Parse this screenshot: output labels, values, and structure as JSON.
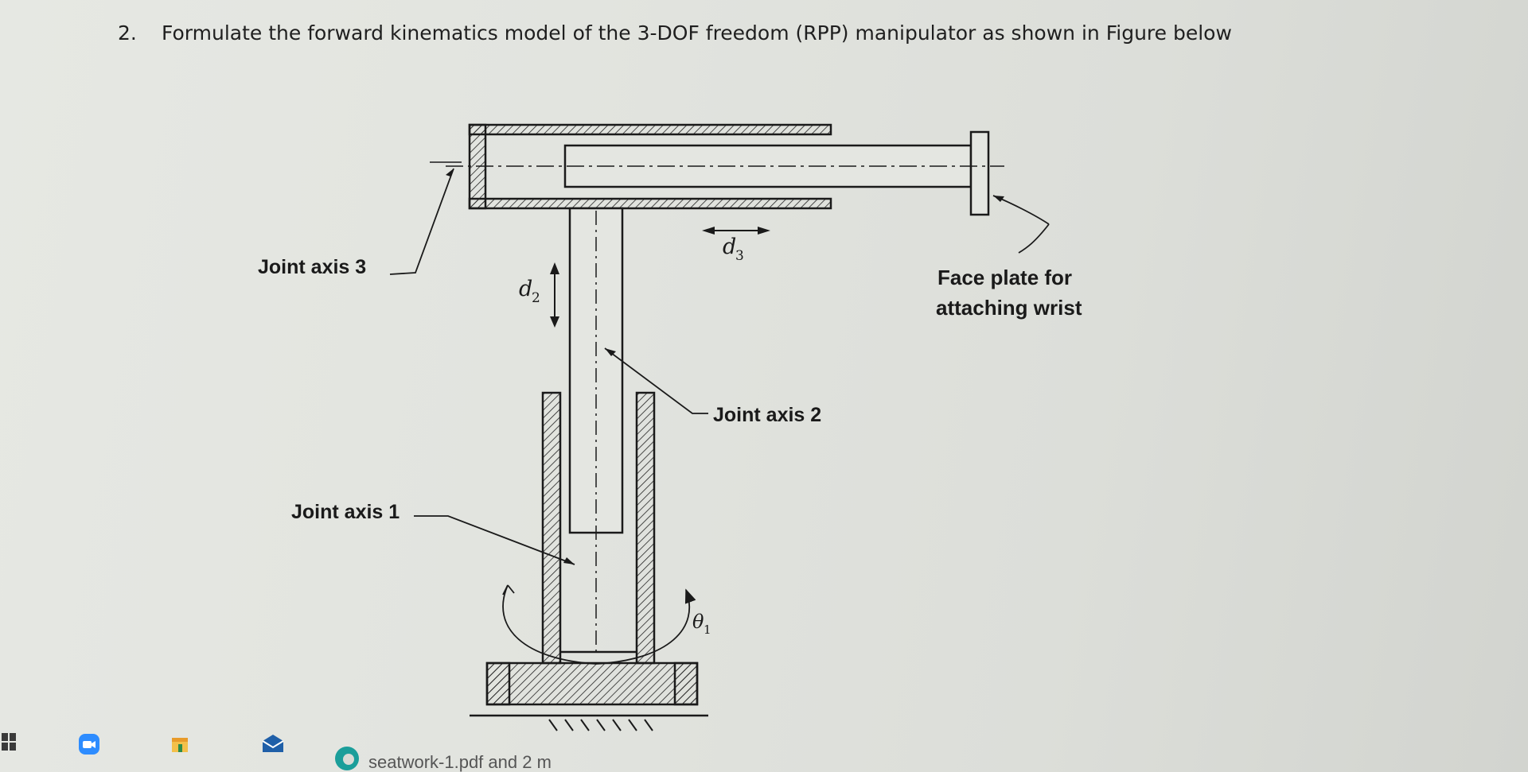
{
  "question": {
    "number": "2.",
    "text": "Formulate the forward kinematics model of the 3-DOF freedom (RPP) manipulator as shown in Figure below"
  },
  "figure": {
    "labels": {
      "joint_axis_3": "Joint axis 3",
      "joint_axis_2": "Joint axis 2",
      "joint_axis_1": "Joint axis 1",
      "face_plate_line1": "Face plate for",
      "face_plate_line2": "attaching wrist",
      "d2": "d",
      "d2_sub": "2",
      "d3": "d",
      "d3_sub": "3",
      "theta1": "θ",
      "theta1_sub": "1"
    }
  },
  "taskbar": {
    "icons": [
      "windows-icon",
      "zoom-icon",
      "app-icon",
      "mail-icon",
      "edge-icon"
    ],
    "app_label": "seatwork-1.pdf and 2 m"
  },
  "colors": {
    "background": "#e2e4df",
    "ink": "#1a1a1a",
    "zoom_blue": "#2d8cff",
    "app_orange": "#e89b2a",
    "edge_teal": "#1b9e9a"
  }
}
